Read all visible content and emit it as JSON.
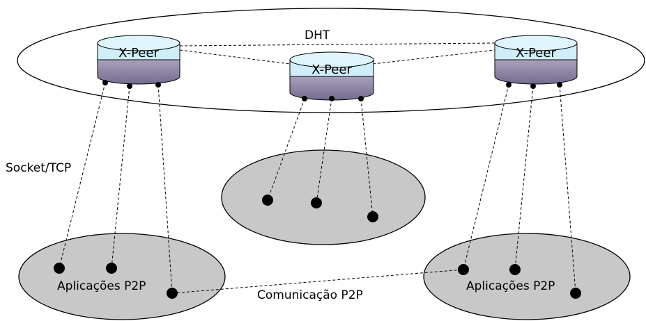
{
  "labels": {
    "dht": "DHT",
    "socket_tcp": "Socket/TCP",
    "p2p_apps_left": "Aplicações P2P",
    "p2p_apps_right": "Aplicações P2P",
    "p2p_communication": "Comunicação P2P"
  },
  "peers": [
    {
      "label": "X-Peer"
    },
    {
      "label": "X-Peer"
    },
    {
      "label": "X-Peer"
    }
  ],
  "colors": {
    "peer_top": "#cfeefa",
    "peer_bottom_light": "#c8c0d8",
    "peer_bottom_dark": "#776c90",
    "cluster_fill": "#c8c8c8",
    "stroke": "#000000"
  }
}
